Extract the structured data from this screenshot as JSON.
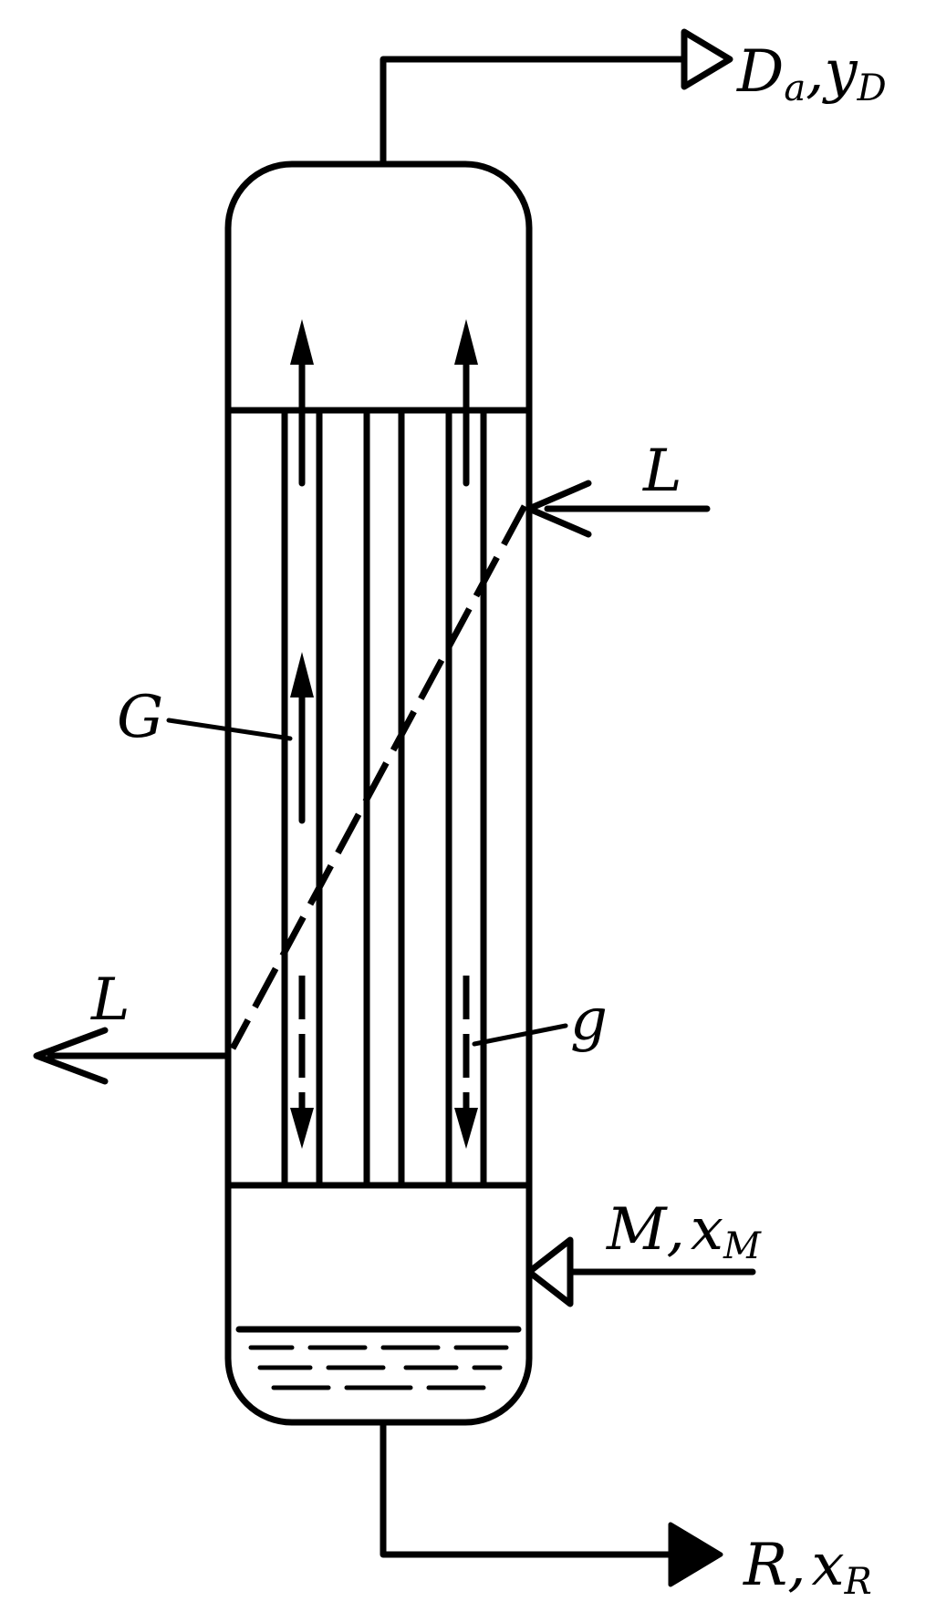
{
  "labels": {
    "distillate_name": "D",
    "distillate_sub": "a",
    "distillate_sep": ",",
    "distillate_y": "y",
    "distillate_y_sub": "D",
    "liquid_in": "L",
    "liquid_out": "L",
    "vapor_up": "G",
    "vapor_down": "g",
    "feed_name": "M",
    "feed_sep": ",",
    "feed_x": "x",
    "feed_x_sub": "M",
    "residue_name": "R",
    "residue_sep": ",",
    "residue_x": "x",
    "residue_x_sub": "R"
  }
}
